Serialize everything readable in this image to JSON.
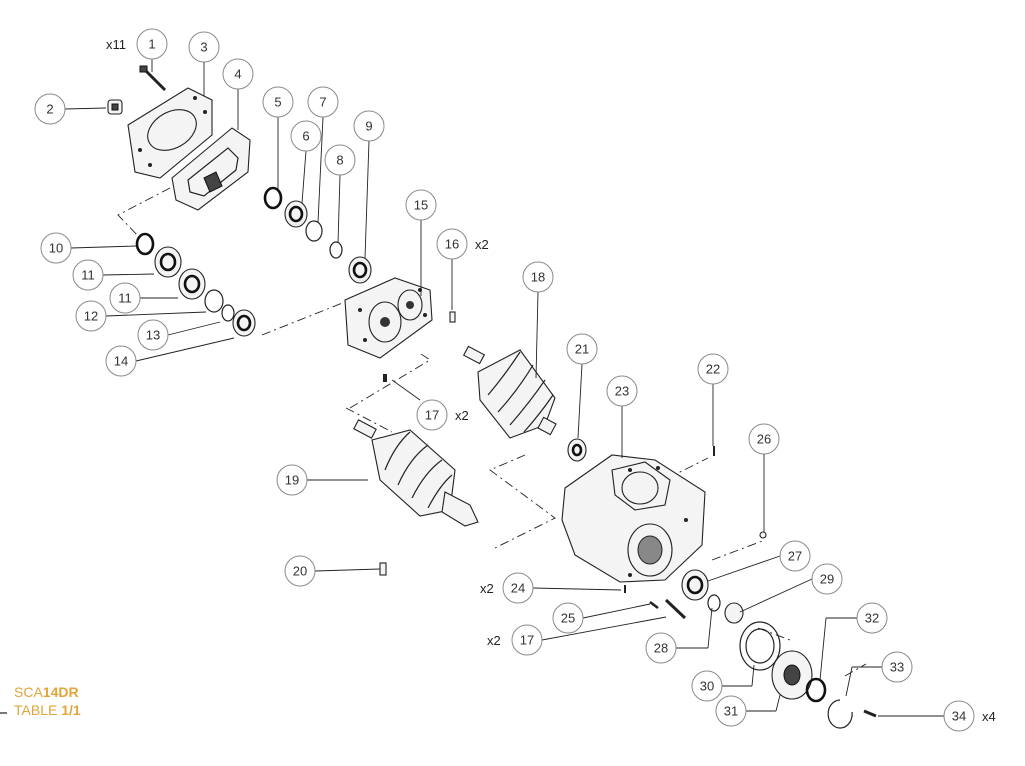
{
  "title_block": {
    "model_prefix": "SCA",
    "model_bold": "14DR",
    "table_prefix": "TABLE ",
    "table_bold": "1/1"
  },
  "quantities": {
    "q1": "x11",
    "q16": "x2",
    "q17a": "x2",
    "q24": "x2",
    "q17b": "x2",
    "q34": "x4"
  },
  "callouts": [
    "1",
    "2",
    "3",
    "4",
    "5",
    "6",
    "7",
    "8",
    "9",
    "10",
    "11",
    "11",
    "12",
    "13",
    "14",
    "15",
    "16",
    "17",
    "18",
    "19",
    "20",
    "21",
    "22",
    "23",
    "24",
    "25",
    "17",
    "26",
    "27",
    "28",
    "29",
    "30",
    "31",
    "32",
    "33",
    "34"
  ]
}
